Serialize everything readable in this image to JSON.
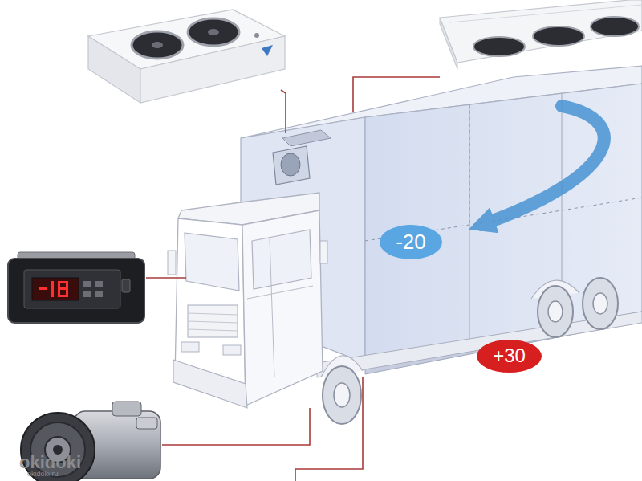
{
  "diagram": {
    "nodes": [
      {
        "text": [
          "-20"
        ]
      },
      {
        "text": [
          "+30"
        ]
      }
    ],
    "labels": [
      "okidoki",
      "okidoki.ru"
    ]
  }
}
